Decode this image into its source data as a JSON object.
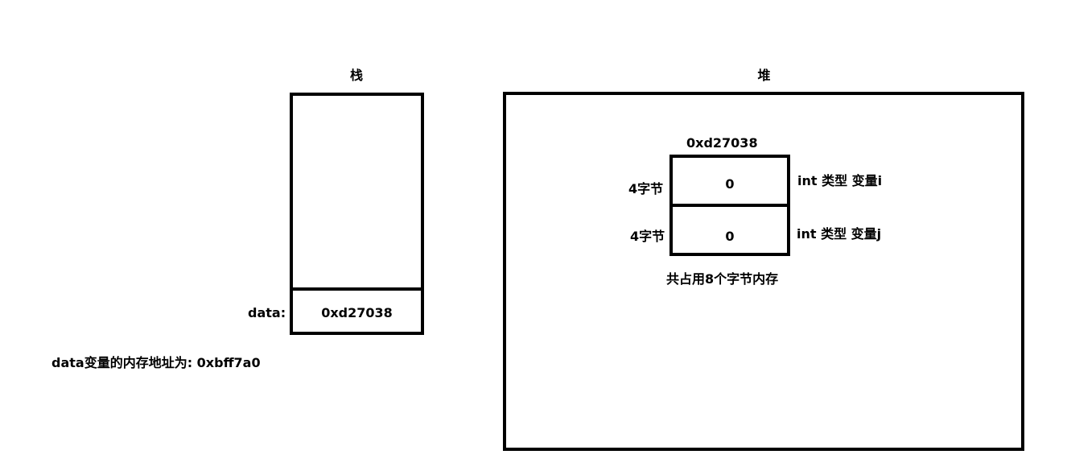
{
  "stack": {
    "title": "栈",
    "var_label": "data:",
    "var_value": "0xd27038",
    "address_note": "data变量的内存地址为: 0xbff7a0"
  },
  "heap": {
    "title": "堆",
    "block_address": "0xd27038",
    "cells": [
      {
        "size": "4字节",
        "value": "0",
        "desc": "int 类型 变量i"
      },
      {
        "size": "4字节",
        "value": "0",
        "desc": "int 类型 变量j"
      }
    ],
    "total_note": "共占用8个字节内存"
  }
}
